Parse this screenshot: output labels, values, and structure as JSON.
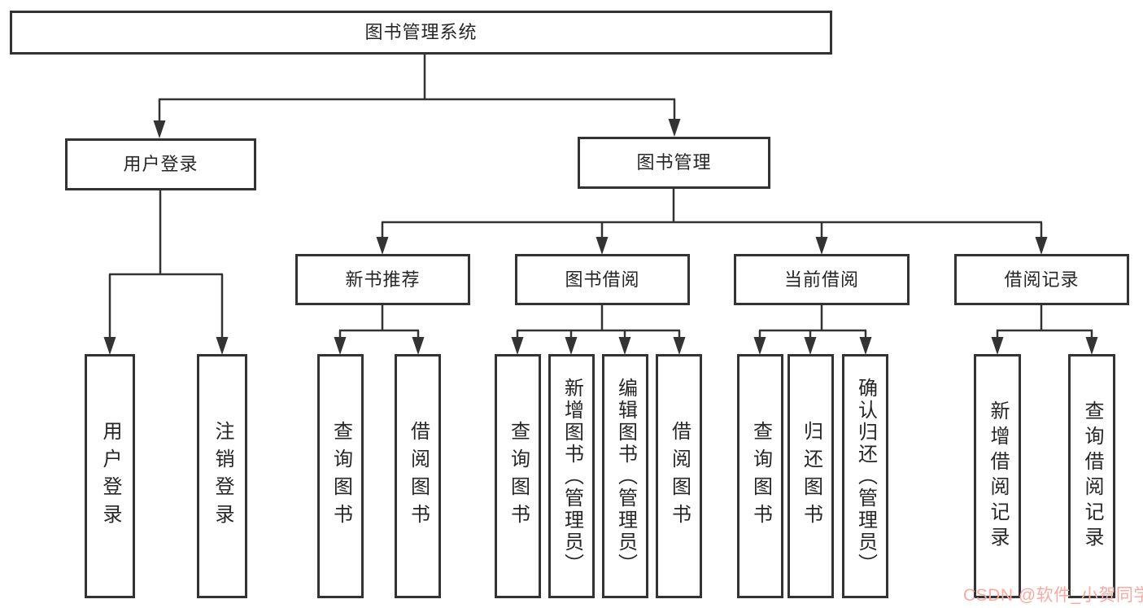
{
  "nodes": {
    "root": "图书管理系统",
    "user_login": "用户登录",
    "book_mgmt": "图书管理",
    "new_books": "新书推荐",
    "borrowing": "图书借阅",
    "current": "当前借阅",
    "records": "借阅记录",
    "leaves": {
      "user": [
        "用户登录",
        "注销登录"
      ],
      "new_books": [
        "查询图书",
        "借阅图书"
      ],
      "borrowing": [
        "查询图书",
        "新增图书（管理员）",
        "编辑图书（管理员）",
        "借阅图书"
      ],
      "current": [
        "查询图书",
        "归还图书",
        "确认归还（管理员）"
      ],
      "records": [
        "新增借阅记录",
        "查询借阅记录"
      ]
    }
  },
  "watermark": {
    "text": "CSDN @软件_小贺同学",
    "color": "#fca9a2"
  },
  "colors": {
    "line": "#333333",
    "border": "#333333",
    "background": "#ffffff",
    "text": "#262626"
  }
}
